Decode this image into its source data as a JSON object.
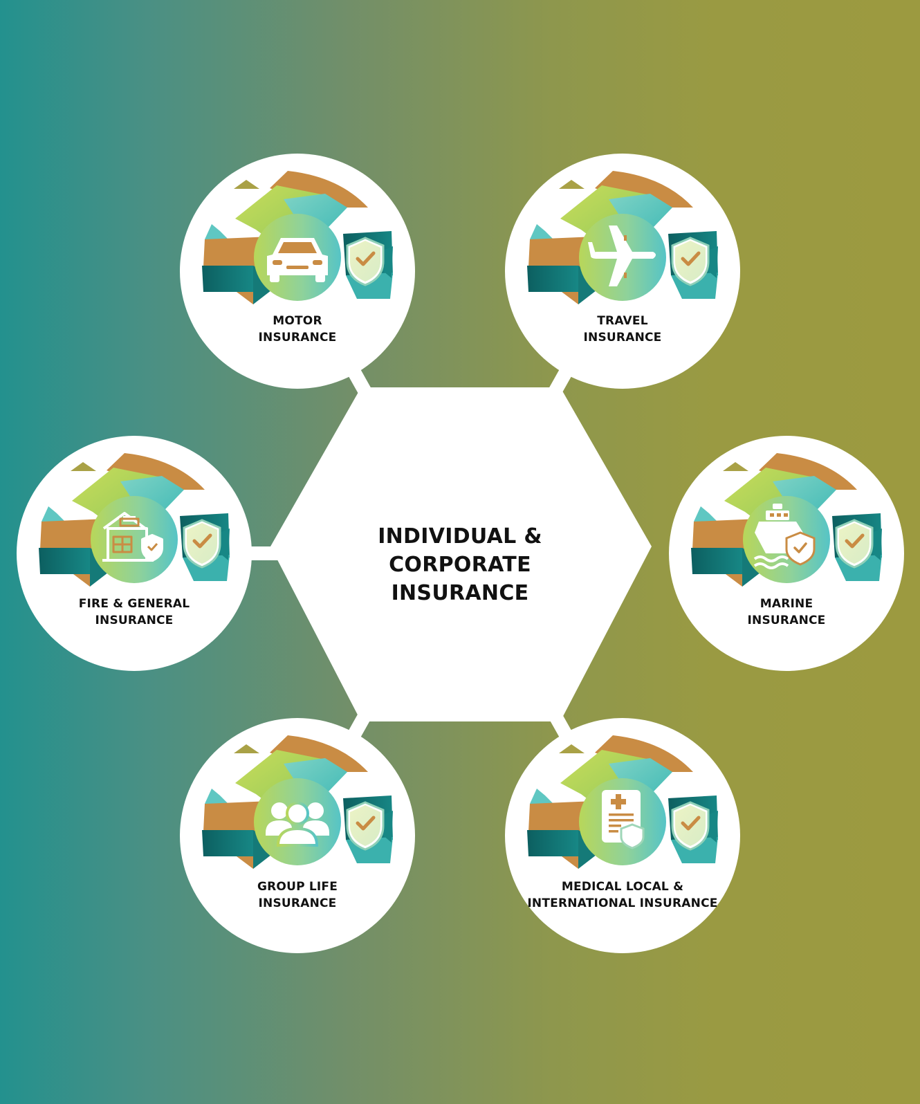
{
  "center": {
    "line1": "INDIVIDUAL &",
    "line2": "CORPORATE INSURANCE"
  },
  "nodes": [
    {
      "id": "motor",
      "icon": "car-icon",
      "line1": "MOTOR",
      "line2": "INSURANCE"
    },
    {
      "id": "travel",
      "icon": "airplane-icon",
      "line1": "TRAVEL",
      "line2": "INSURANCE"
    },
    {
      "id": "fire",
      "icon": "house-icon",
      "line1": "FIRE & GENERAL",
      "line2": "INSURANCE"
    },
    {
      "id": "marine",
      "icon": "ship-icon",
      "line1": "MARINE",
      "line2": "INSURANCE"
    },
    {
      "id": "group-life",
      "icon": "people-icon",
      "line1": "GROUP LIFE",
      "line2": "INSURANCE"
    },
    {
      "id": "medical",
      "icon": "medical-document-icon",
      "line1": "MEDICAL LOCAL &",
      "line2": "INTERNATIONAL INSURANCE"
    }
  ],
  "colors": {
    "background_left": "#23918e",
    "background_right": "#9c9a40",
    "orange": "#c98c44",
    "teal_dark": "#0e6a6a",
    "teal_light": "#5fc7c2",
    "lime": "#b5d45a",
    "olive": "#a5a143",
    "text": "#111111"
  }
}
